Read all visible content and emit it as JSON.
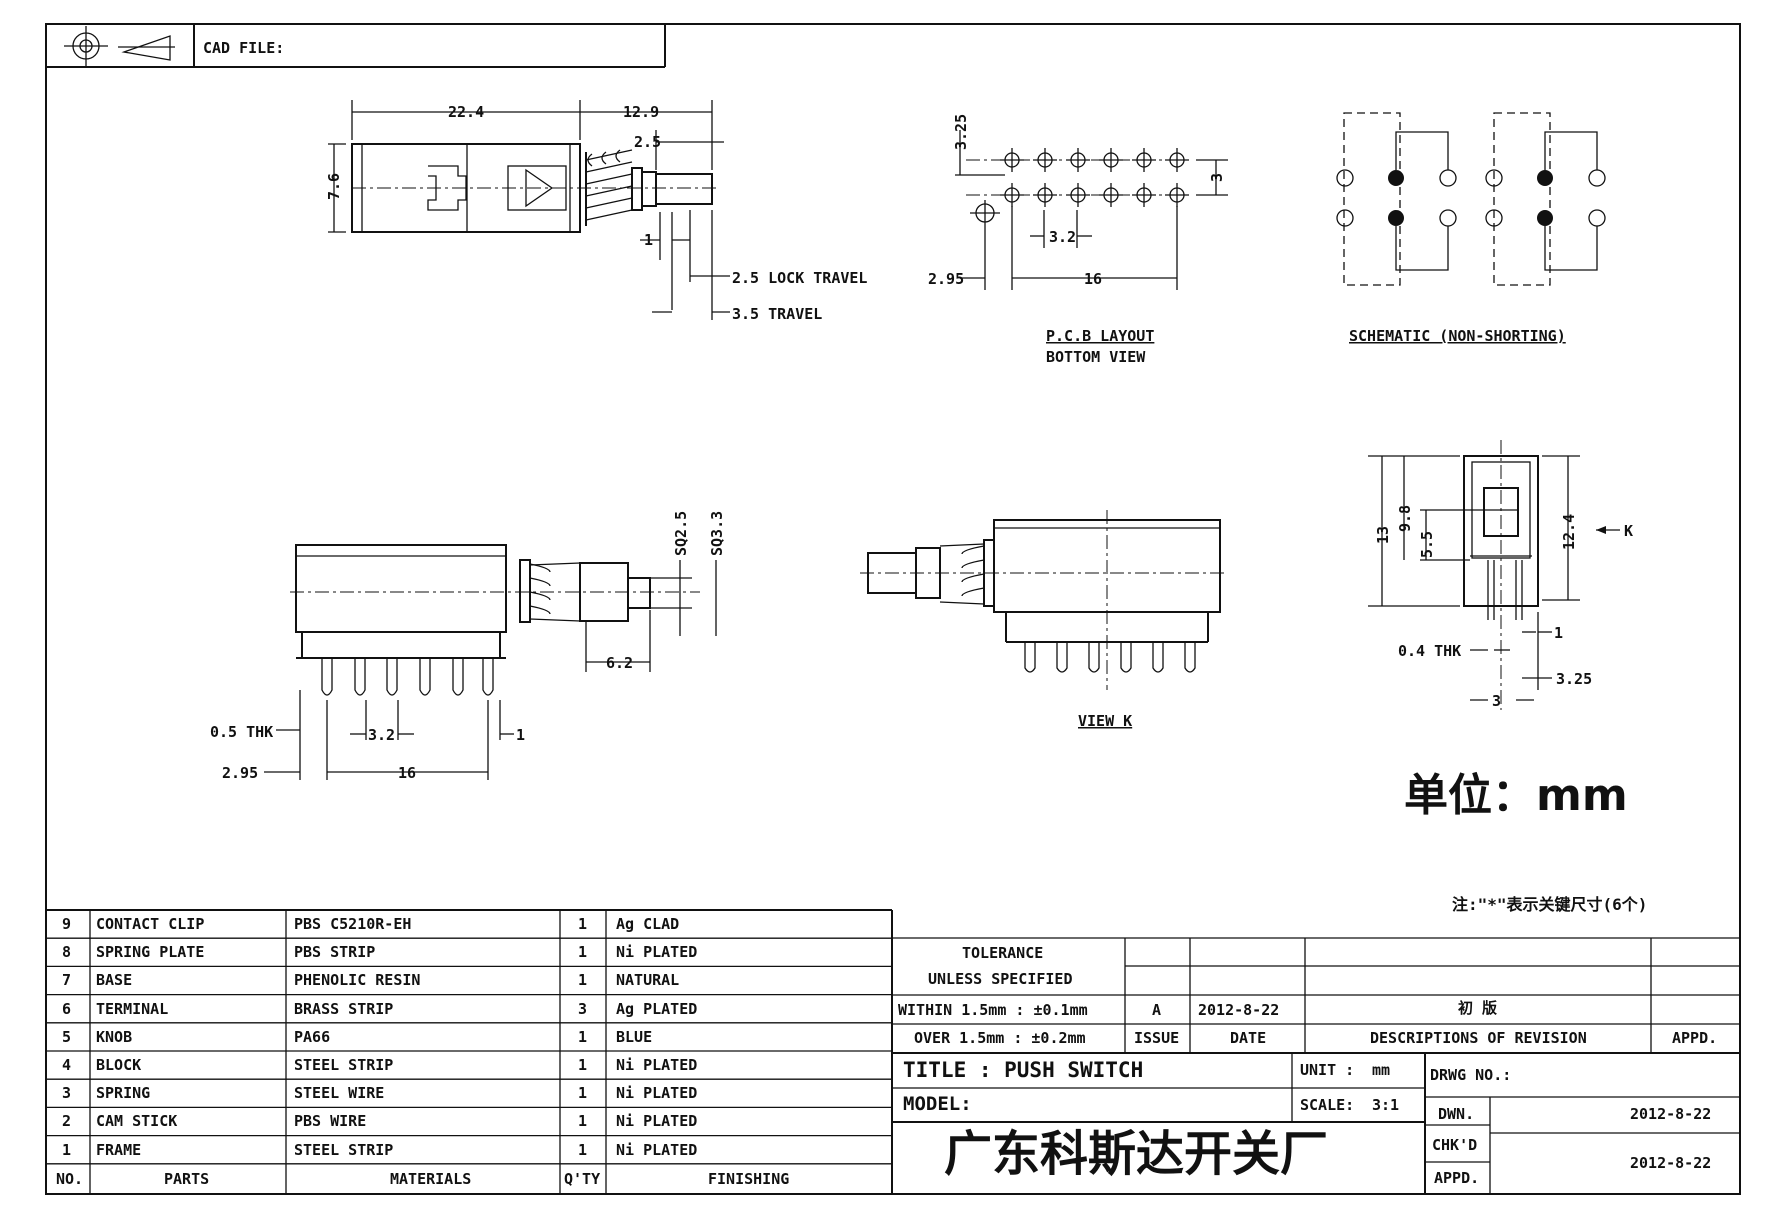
{
  "header": {
    "cad_file_label": "CAD FILE:"
  },
  "drawing": {
    "top_view": {
      "dims": [
        "22.4",
        "12.9",
        "2.5",
        "7.6",
        "1"
      ],
      "lock_travel": "2.5 LOCK TRAVEL",
      "travel": "3.5 TRAVEL"
    },
    "pcb_layout": {
      "dims": [
        "3.25",
        "3",
        "3.2",
        "2.95",
        "16"
      ],
      "caption_line1": "P.C.B LAYOUT",
      "caption_line2": "BOTTOM VIEW"
    },
    "schematic": {
      "caption": "SCHEMATIC (NON-SHORTING)"
    },
    "side_view": {
      "dims": [
        "SQ2.5",
        "SQ3.3",
        "6.2",
        "0.5 THK",
        "3.2",
        "1",
        "2.95",
        "16"
      ]
    },
    "view_k": {
      "caption": "VIEW K"
    },
    "end_view": {
      "dims": [
        "13",
        "9.8",
        "5.5",
        "12.4",
        "K",
        "0.4 THK",
        "1",
        "3.25",
        "3"
      ]
    },
    "unit_note": "单位：mm",
    "key_note": "注:\"*\"表示关键尺寸(6个)"
  },
  "parts_table": {
    "headers": {
      "no": "NO.",
      "parts": "PARTS",
      "materials": "MATERIALS",
      "qty": "Q'TY",
      "finishing": "FINISHING"
    },
    "rows": [
      {
        "no": "9",
        "part": "CONTACT CLIP",
        "material": "PBS C5210R-EH",
        "qty": "1",
        "finishing": "Ag CLAD"
      },
      {
        "no": "8",
        "part": "SPRING PLATE",
        "material": "PBS STRIP",
        "qty": "1",
        "finishing": "Ni PLATED"
      },
      {
        "no": "7",
        "part": "BASE",
        "material": "PHENOLIC RESIN",
        "qty": "1",
        "finishing": "NATURAL"
      },
      {
        "no": "6",
        "part": "TERMINAL",
        "material": "BRASS STRIP",
        "qty": "3",
        "finishing": "Ag PLATED"
      },
      {
        "no": "5",
        "part": "KNOB",
        "material": "PA66",
        "qty": "1",
        "finishing": "BLUE"
      },
      {
        "no": "4",
        "part": "BLOCK",
        "material": "STEEL STRIP",
        "qty": "1",
        "finishing": "Ni PLATED"
      },
      {
        "no": "3",
        "part": "SPRING",
        "material": "STEEL WIRE",
        "qty": "1",
        "finishing": "Ni PLATED"
      },
      {
        "no": "2",
        "part": "CAM STICK",
        "material": "PBS WIRE",
        "qty": "1",
        "finishing": "Ni PLATED"
      },
      {
        "no": "1",
        "part": "FRAME",
        "material": "STEEL STRIP",
        "qty": "1",
        "finishing": "Ni PLATED"
      }
    ]
  },
  "title_block": {
    "tolerance_line1": "TOLERANCE",
    "tolerance_line2": "UNLESS  SPECIFIED",
    "within": "WITHIN 1.5mm : ±0.1mm",
    "over": "OVER 1.5mm : ±0.2mm",
    "revision": {
      "issue": "A",
      "date": "2012-8-22",
      "description": "初 版"
    },
    "rev_headers": {
      "issue": "ISSUE",
      "date": "DATE",
      "description": "DESCRIPTIONS OF REVISION",
      "appd": "APPD."
    },
    "title": "TITLE : PUSH SWITCH",
    "unit_label": "UNIT :",
    "unit_value": "mm",
    "model_label": "MODEL:",
    "scale_label": "SCALE:",
    "scale_value": "3:1",
    "drwg_no_label": "DRWG NO.:",
    "dwn_label": "DWN.",
    "dwn_date": "2012-8-22",
    "chkd_label": "CHK'D",
    "appd_label": "APPD.",
    "chkd_date": "2012-8-22",
    "company": "广东科斯达开关厂"
  }
}
